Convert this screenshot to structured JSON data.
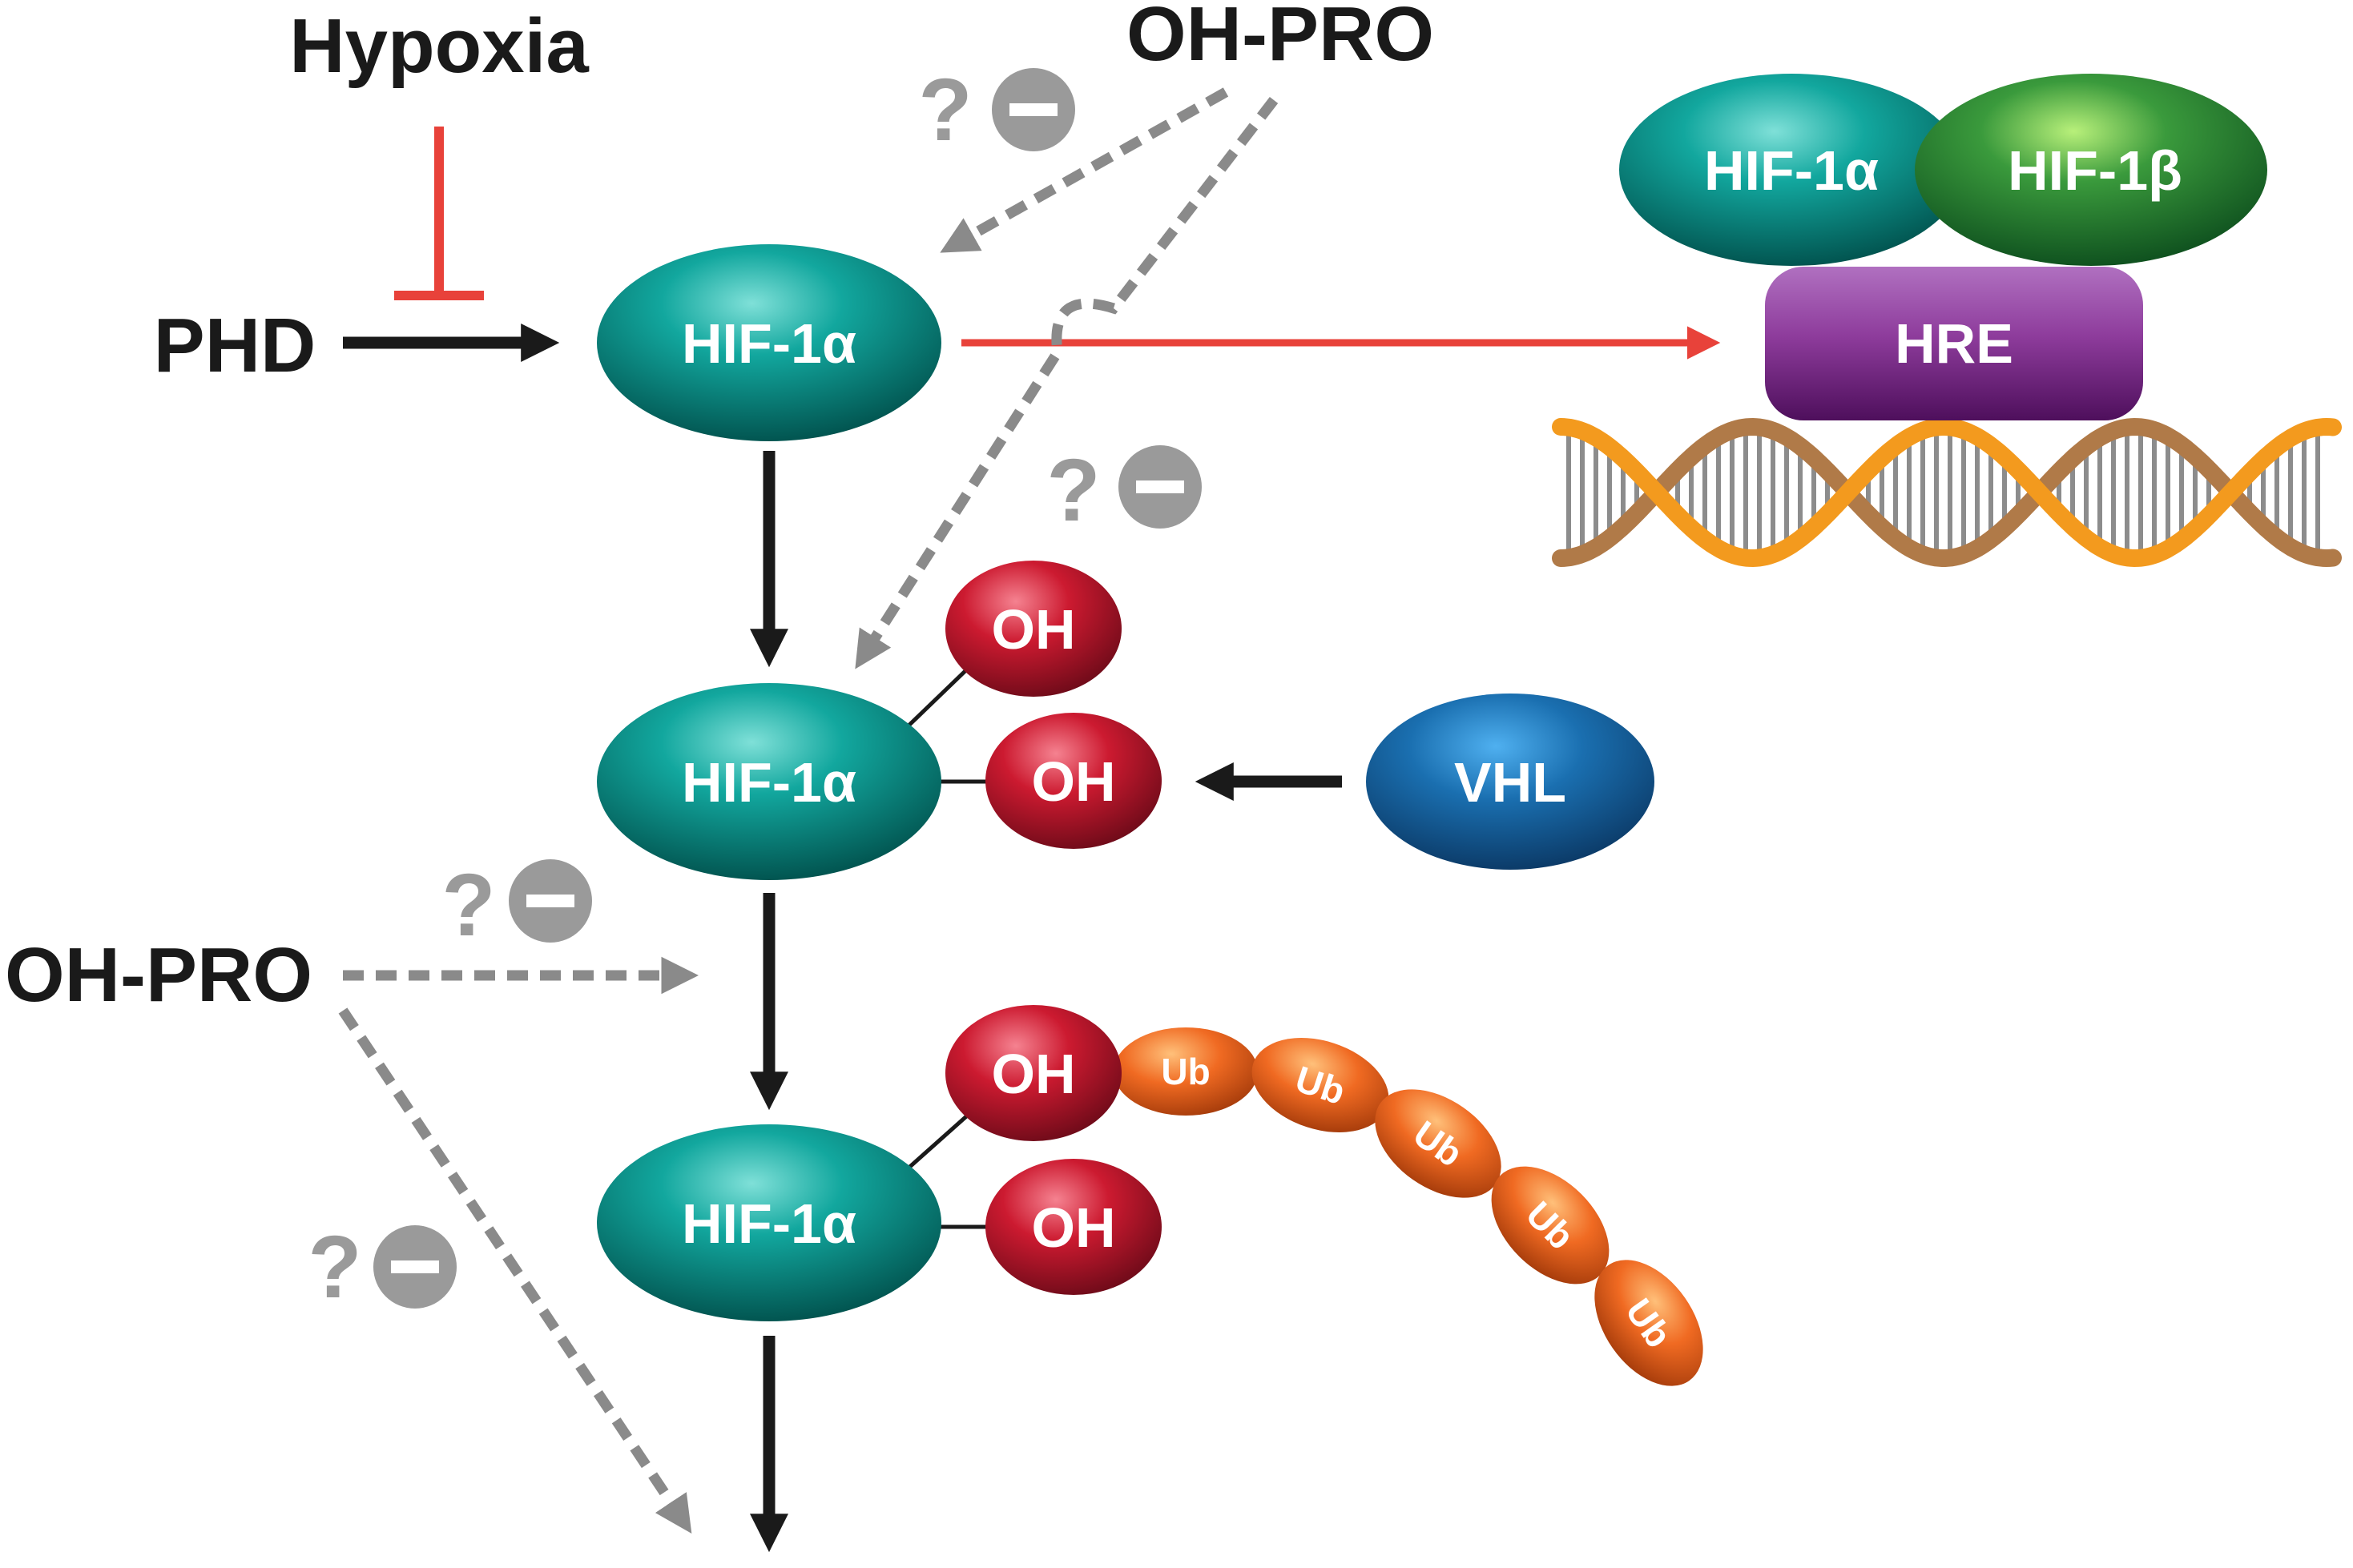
{
  "labels": {
    "hypoxia": "Hypoxia",
    "phd": "PHD",
    "ohpro_top": "OH-PRO",
    "ohpro_left": "OH-PRO",
    "hif1a": "HIF-1α",
    "hif1b": "HIF-1β",
    "hre": "HRE",
    "vhl": "VHL",
    "oh": "OH",
    "ub": "Ub",
    "question": "?"
  },
  "colors": {
    "inhibit_red": "#e8423a",
    "arrow_black": "#1a1a1a",
    "dashed_gray": "#8a8a8a",
    "hif1a_teal": "#0f9c94",
    "hif1b_green": "#2e8b3a",
    "hre_purple": "#8a3a96",
    "vhl_blue": "#1c6aa8",
    "oh_red": "#c8192e",
    "ub_orange": "#ef6a22",
    "dna_orange": "#f39a1e",
    "dna_brown": "#b07a48",
    "dna_rungs": "#8c8c8c"
  }
}
